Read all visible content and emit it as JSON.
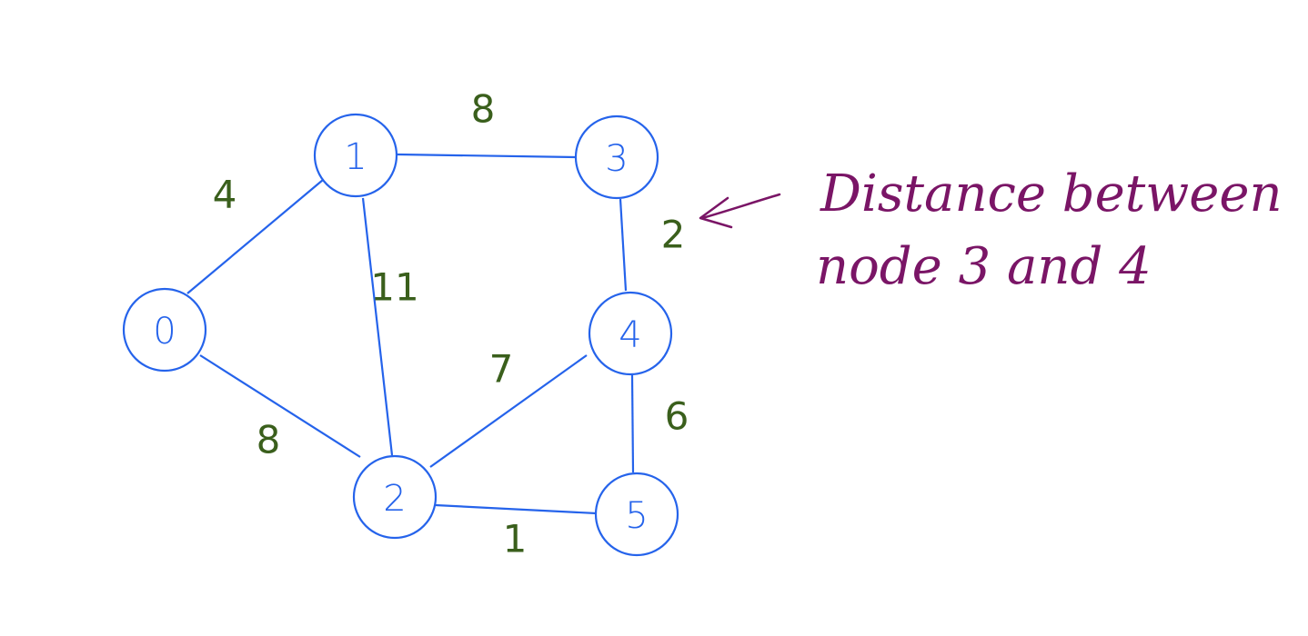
{
  "colors": {
    "node_stroke": "#2563eb",
    "weight_text": "#3a5f1c",
    "annotation": "#7a1566",
    "background": "#ffffff"
  },
  "graph": {
    "nodes": [
      {
        "id": "0",
        "label": "0"
      },
      {
        "id": "1",
        "label": "1"
      },
      {
        "id": "2",
        "label": "2"
      },
      {
        "id": "3",
        "label": "3"
      },
      {
        "id": "4",
        "label": "4"
      },
      {
        "id": "5",
        "label": "5"
      }
    ],
    "edges": [
      {
        "from": "0",
        "to": "1",
        "weight": "4"
      },
      {
        "from": "0",
        "to": "2",
        "weight": "8"
      },
      {
        "from": "1",
        "to": "3",
        "weight": "8"
      },
      {
        "from": "1",
        "to": "2",
        "weight": "11"
      },
      {
        "from": "3",
        "to": "4",
        "weight": "2"
      },
      {
        "from": "2",
        "to": "4",
        "weight": "7"
      },
      {
        "from": "4",
        "to": "5",
        "weight": "6"
      },
      {
        "from": "2",
        "to": "5",
        "weight": "1"
      }
    ]
  },
  "annotation": {
    "line1": "Distance between",
    "line2": "node 3 and 4"
  }
}
